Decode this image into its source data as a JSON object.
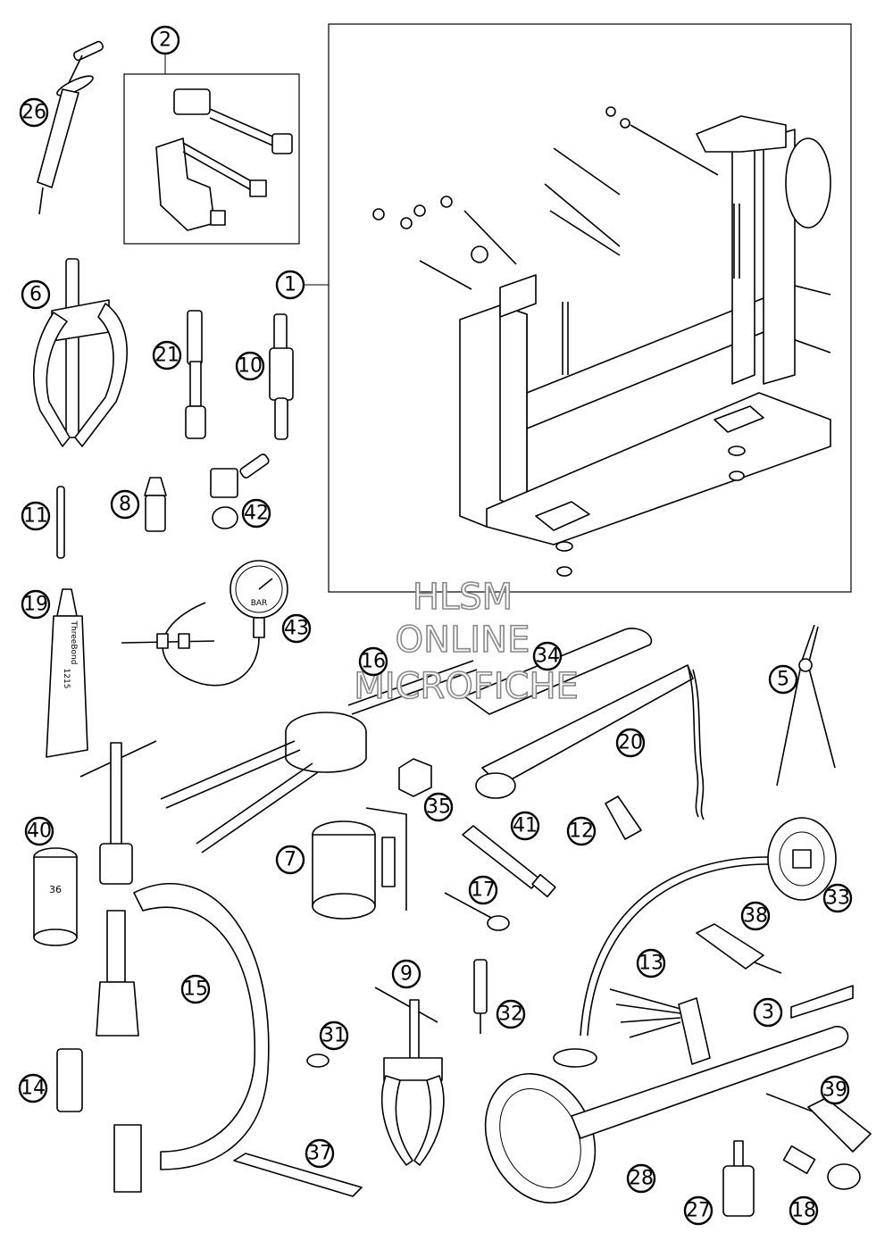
{
  "callouts": [
    {
      "id": "1",
      "label": "1"
    },
    {
      "id": "2",
      "label": "2"
    },
    {
      "id": "3",
      "label": "3"
    },
    {
      "id": "5",
      "label": "5"
    },
    {
      "id": "6",
      "label": "6"
    },
    {
      "id": "7",
      "label": "7"
    },
    {
      "id": "8",
      "label": "8"
    },
    {
      "id": "9",
      "label": "9"
    },
    {
      "id": "10",
      "label": "10"
    },
    {
      "id": "11",
      "label": "11"
    },
    {
      "id": "12",
      "label": "12"
    },
    {
      "id": "13",
      "label": "13"
    },
    {
      "id": "14",
      "label": "14"
    },
    {
      "id": "15",
      "label": "15"
    },
    {
      "id": "16",
      "label": "16"
    },
    {
      "id": "17",
      "label": "17"
    },
    {
      "id": "18",
      "label": "18"
    },
    {
      "id": "19",
      "label": "19"
    },
    {
      "id": "20",
      "label": "20"
    },
    {
      "id": "21",
      "label": "21"
    },
    {
      "id": "26",
      "label": "26"
    },
    {
      "id": "27",
      "label": "27"
    },
    {
      "id": "28",
      "label": "28"
    },
    {
      "id": "31",
      "label": "31"
    },
    {
      "id": "32",
      "label": "32"
    },
    {
      "id": "33",
      "label": "33"
    },
    {
      "id": "34",
      "label": "34"
    },
    {
      "id": "35",
      "label": "35"
    },
    {
      "id": "37",
      "label": "37"
    },
    {
      "id": "38",
      "label": "38"
    },
    {
      "id": "39",
      "label": "39"
    },
    {
      "id": "40",
      "label": "40"
    },
    {
      "id": "41",
      "label": "41"
    },
    {
      "id": "42",
      "label": "42"
    },
    {
      "id": "43",
      "label": "43"
    }
  ],
  "watermark": {
    "line1": "HLSM",
    "line2": "ONLINE",
    "line3": "MICROFICHE"
  },
  "part_text": {
    "socket_size": "36",
    "tube_brand": "ThreeBond",
    "tube_number": "1215",
    "gauge_unit": "BAR"
  }
}
